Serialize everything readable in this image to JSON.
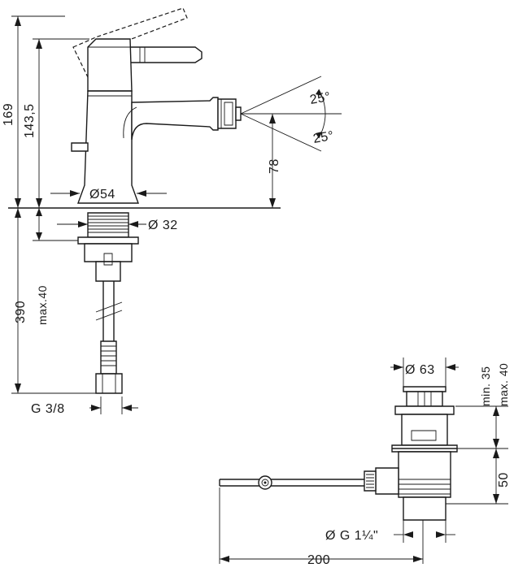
{
  "dimensions": {
    "faucet_height": "169",
    "spout_height": "143,5",
    "spout_outlet_height": "78",
    "spray_angle_up": "25°",
    "spray_angle_down": "25°",
    "body_diameter": "Ø54",
    "shank_diameter": "Ø 32",
    "hose_length": "390",
    "mount_thickness": "max.40",
    "connection_thread": "G 3/8",
    "waste_diameter": "Ø 63",
    "waste_max": "max. 40",
    "waste_min": "min. 35",
    "waste_height": "50",
    "waste_thread": "Ø G 1¼\"",
    "rod_length": "200"
  }
}
